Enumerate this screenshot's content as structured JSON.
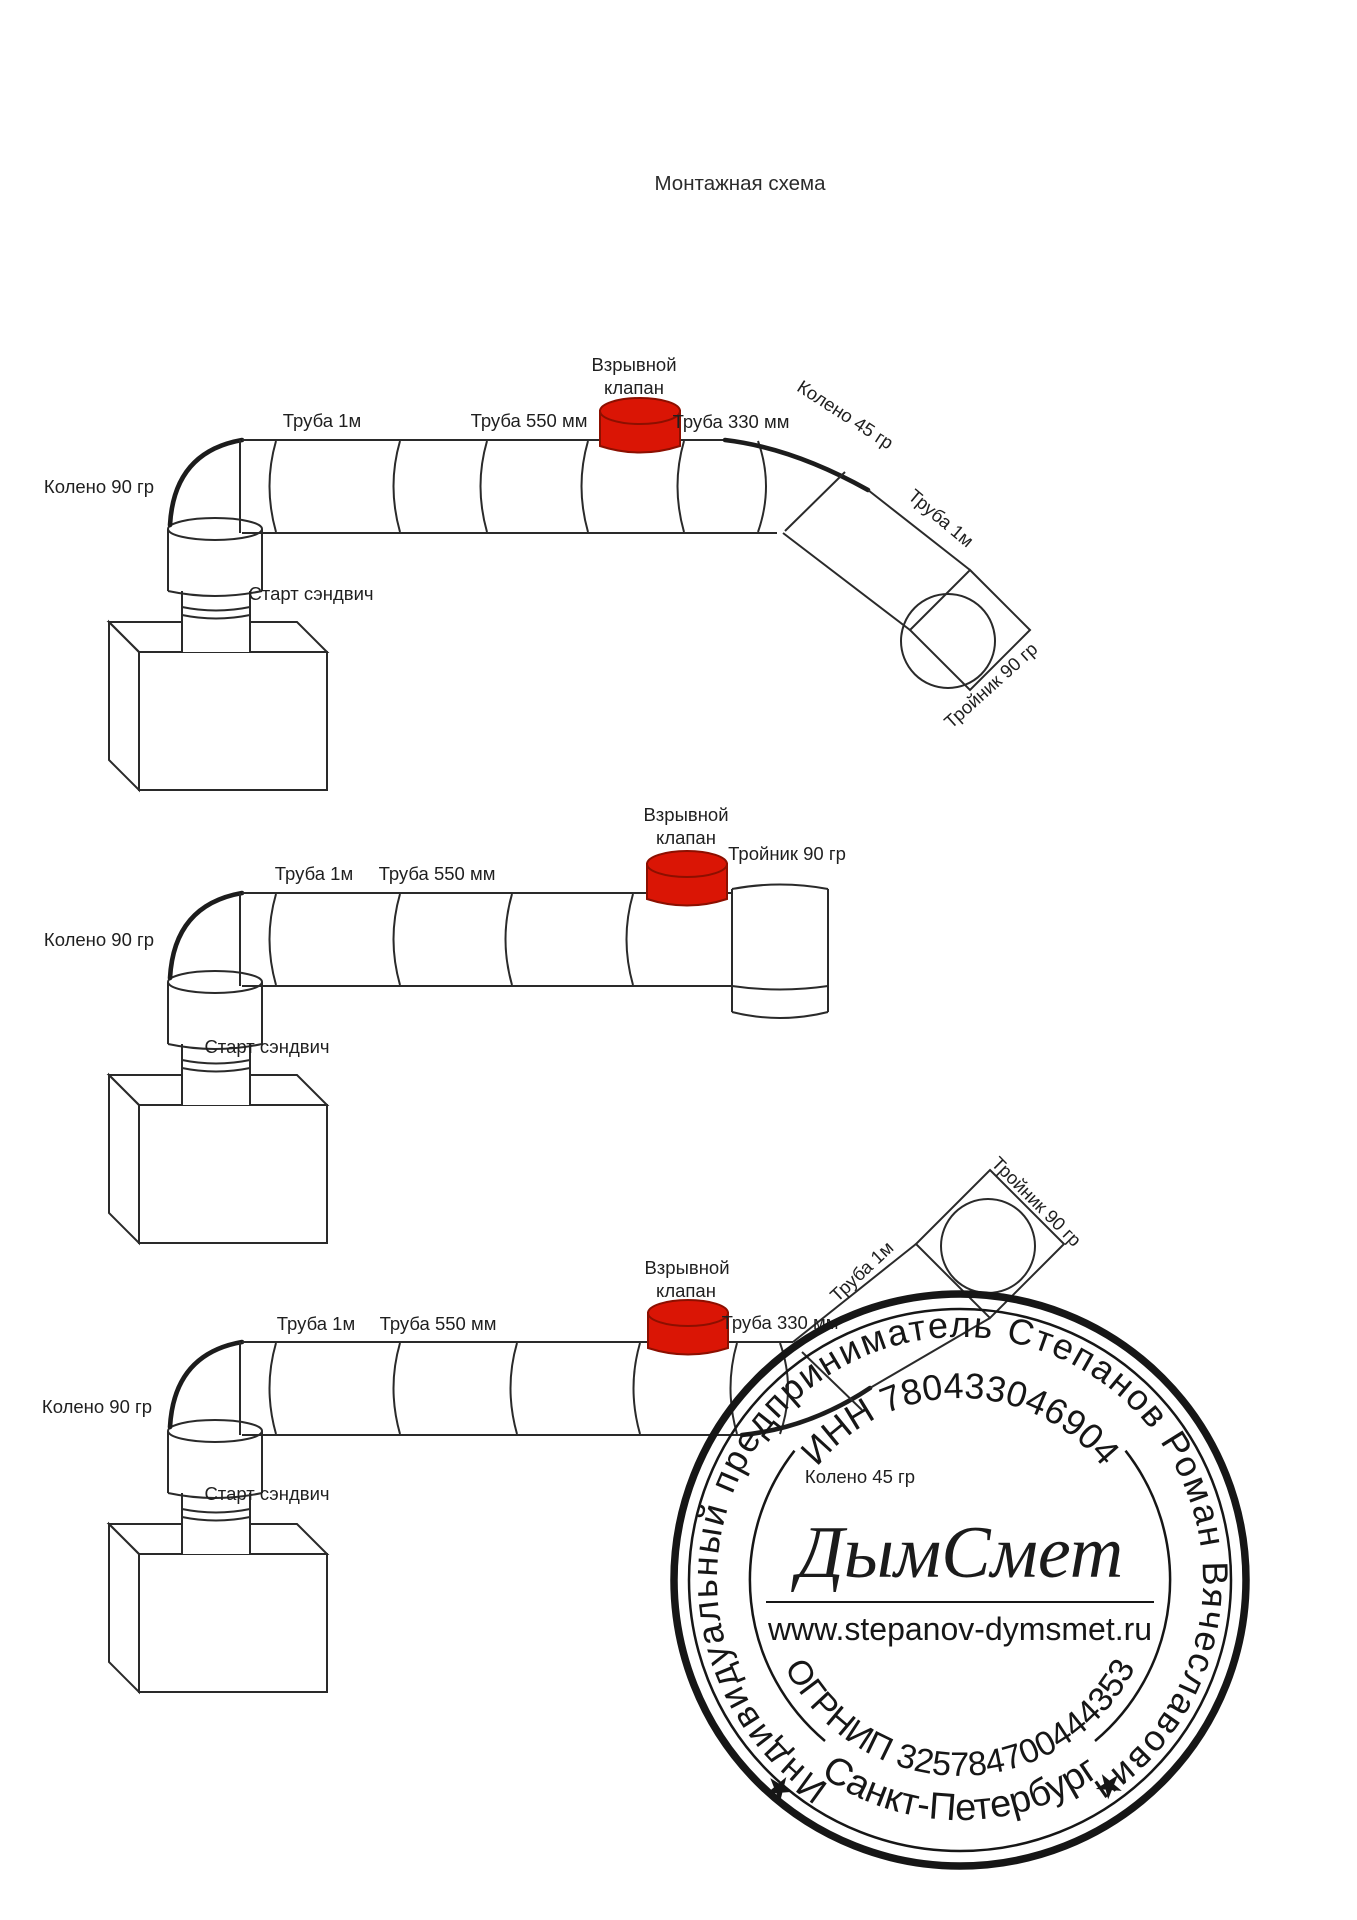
{
  "title": "Монтажная схема",
  "diagrams": [
    {
      "id": "top",
      "elbow90": "Колено 90 гр",
      "start_sandwich": "Старт сэндвич",
      "pipe_1m": "Труба 1м",
      "pipe_550": "Труба 550 мм",
      "valve_l1": "Взрывной",
      "valve_l2": "клапан",
      "pipe_330": "Труба 330 мм",
      "elbow45": "Колено 45 гр",
      "pipe_1m_diag": "Труба 1м",
      "tee90": "Тройник 90 гр"
    },
    {
      "id": "middle",
      "elbow90": "Колено 90 гр",
      "start_sandwich": "Старт сэндвич",
      "pipe_1m": "Труба 1м",
      "pipe_550": "Труба 550 мм",
      "valve_l1": "Взрывной",
      "valve_l2": "клапан",
      "tee90": "Тройник 90 гр"
    },
    {
      "id": "bottom",
      "elbow90": "Колено 90 гр",
      "start_sandwich": "Старт сэндвич",
      "pipe_1m": "Труба 1м",
      "pipe_550": "Труба 550 мм",
      "valve_l1": "Взрывной",
      "valve_l2": "клапан",
      "pipe_330": "Труба 330 мм",
      "elbow45": "Колено 45 гр",
      "pipe_1m_diag": "Труба 1м",
      "tee90": "Тройник 90 гр"
    }
  ],
  "stamp": {
    "ring_text": "Индивидуальный предприниматель Степанов Роман Вячеславович",
    "inn": "ИНН 780433046904",
    "brand": "ДымСмет",
    "website": "www.stepanov-dymsmet.ru",
    "ogrnip": "ОГРНИП 325784700444353",
    "city": "Санкт-Петербург",
    "star": "★"
  },
  "colors": {
    "valve": "#da1505",
    "valve_stroke": "#8c0f00",
    "box_top": "#f4f4f4",
    "box_side": "#e8e8e8"
  }
}
